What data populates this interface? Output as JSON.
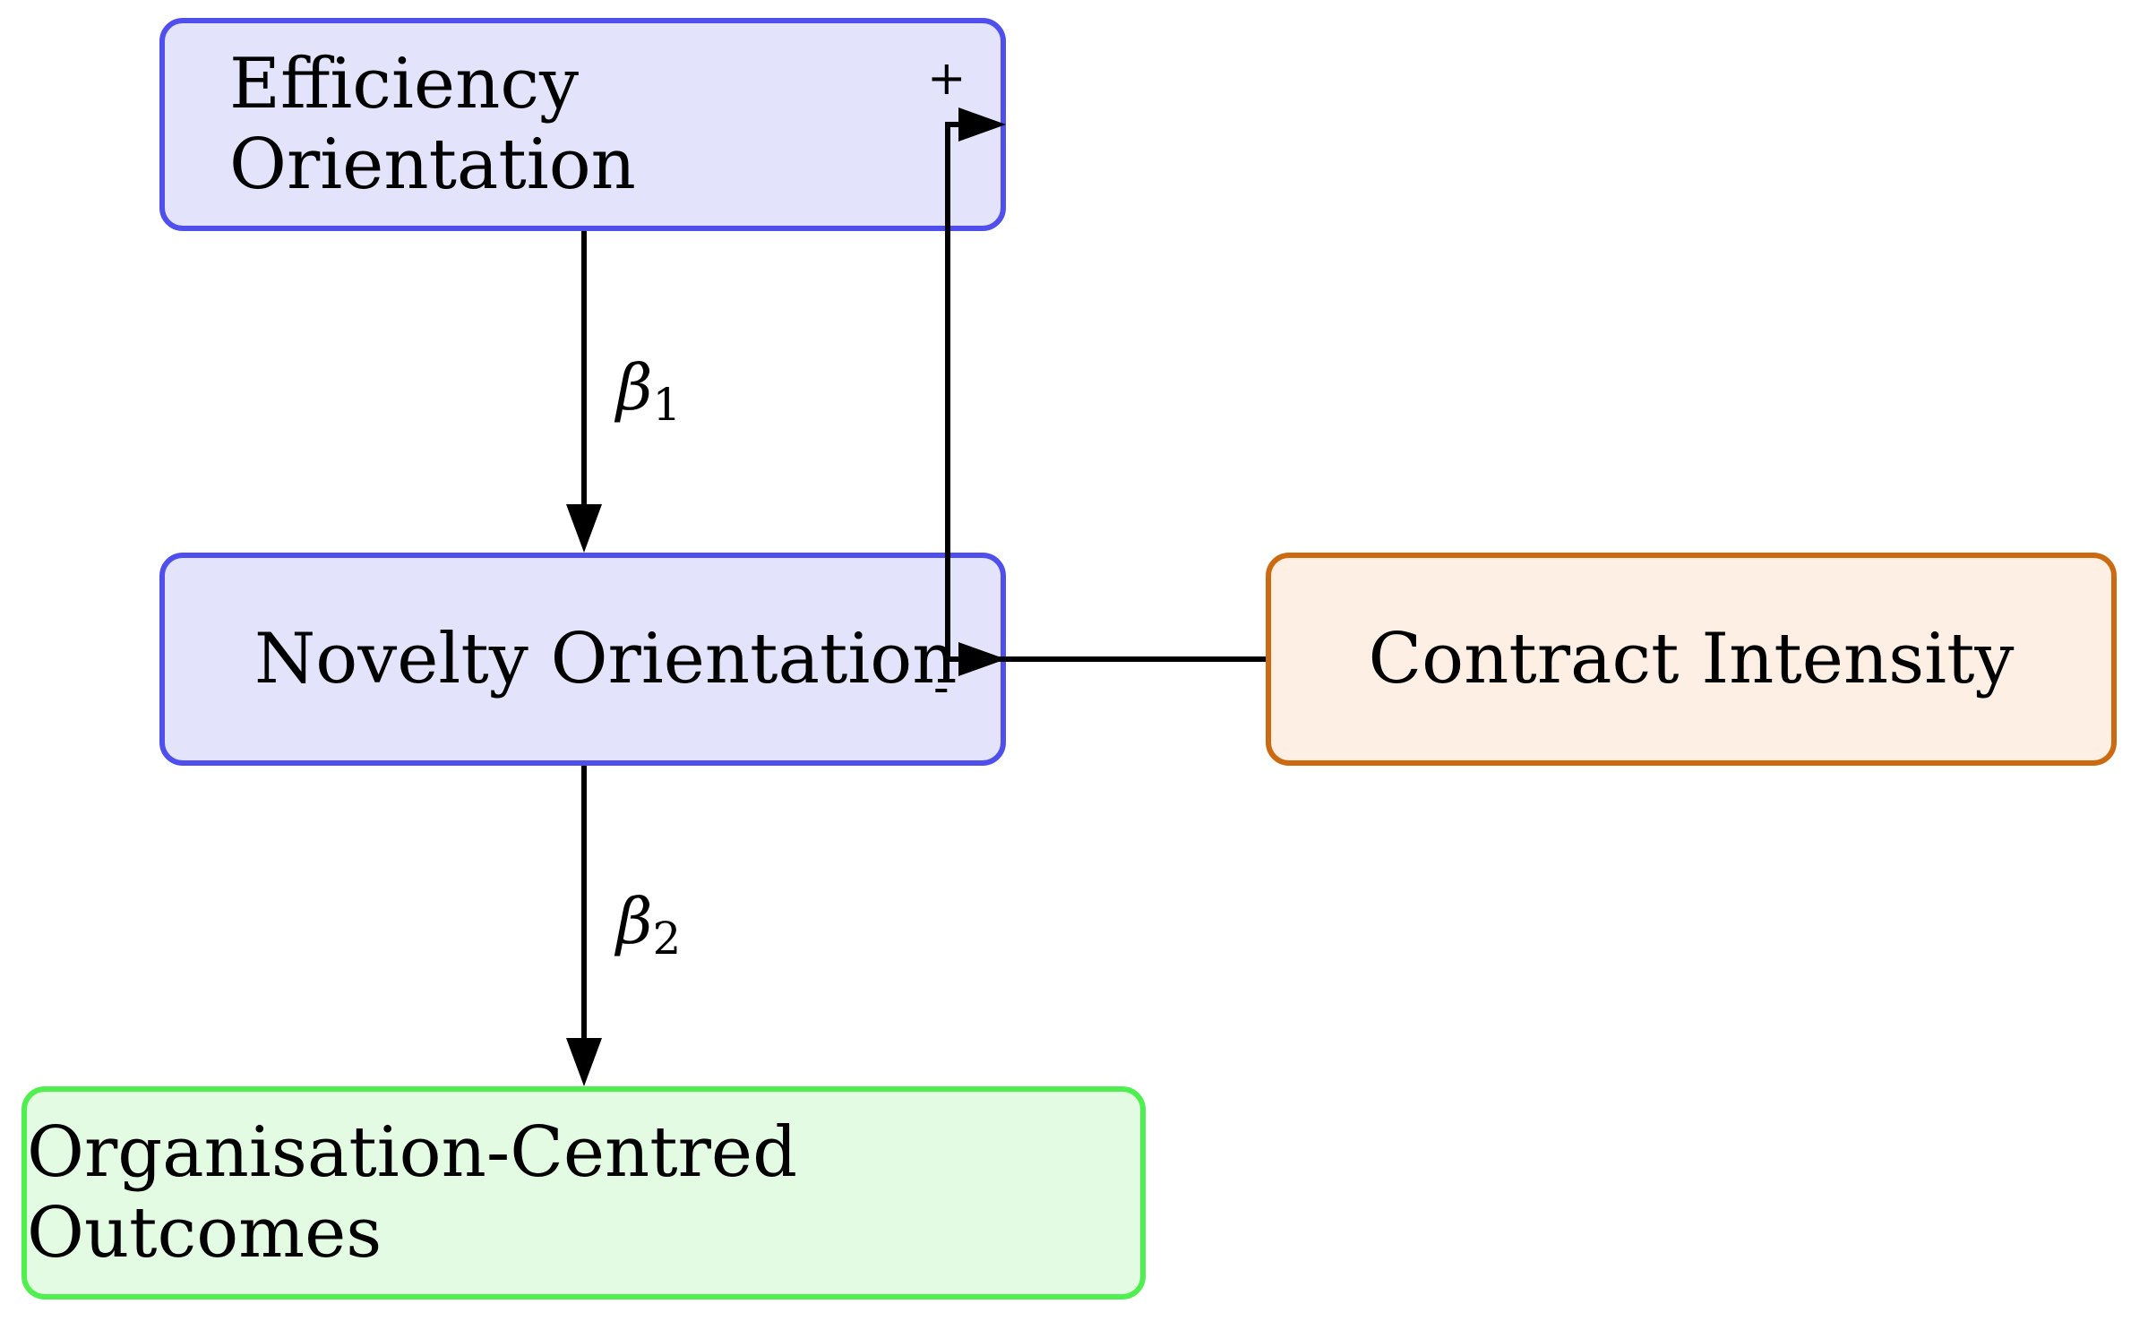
{
  "nodes": {
    "efficiency": "Efficiency Orientation",
    "novelty": "Novelty Orientation",
    "contract": "Contract Intensity",
    "outcomes": "Organisation-Centred Outcomes"
  },
  "edges": {
    "beta1_symbol": "β",
    "beta1_index": "1",
    "beta2_symbol": "β",
    "beta2_index": "2",
    "plus_sign": "+",
    "minus_sign": "-"
  },
  "colors": {
    "blue_border": "#4f4fee",
    "blue_fill": "#e3e3fb",
    "orange_border": "#cc6a12",
    "orange_fill": "#fdefe3",
    "green_border": "#4fef4f",
    "green_fill": "#e2fbe2"
  }
}
